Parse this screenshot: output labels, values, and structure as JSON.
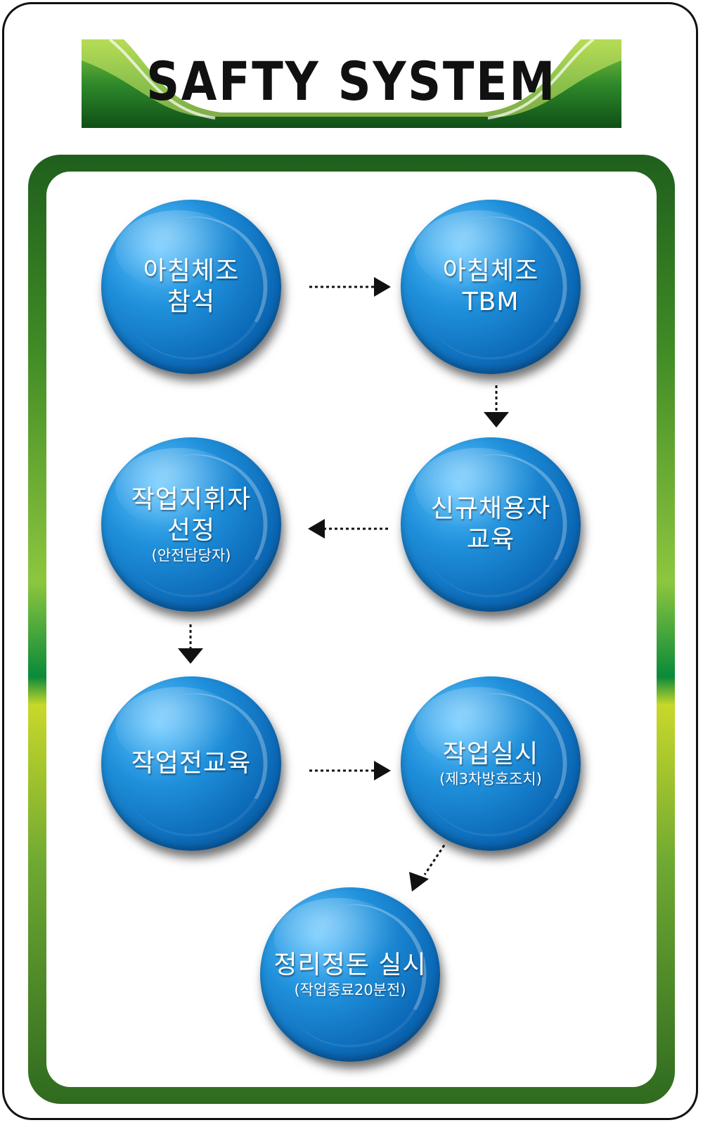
{
  "banner": {
    "title": "SAFTY SYSTEM"
  },
  "nodes": [
    {
      "id": "n1",
      "lines": [
        "아침체조",
        "참석"
      ],
      "sub": ""
    },
    {
      "id": "n2",
      "lines": [
        "아침체조",
        "TBM"
      ],
      "sub": ""
    },
    {
      "id": "n3",
      "lines": [
        "신규채용자",
        "교육"
      ],
      "sub": ""
    },
    {
      "id": "n4",
      "lines": [
        "작업지휘자",
        "선정"
      ],
      "sub": "(안전담당자)"
    },
    {
      "id": "n5",
      "lines": [
        "작업전교육"
      ],
      "sub": ""
    },
    {
      "id": "n6",
      "lines": [
        "작업실시"
      ],
      "sub": "(제3차방호조치)"
    },
    {
      "id": "n7",
      "lines": [
        "정리정돈 실시"
      ],
      "sub": "(작업종료20분전)"
    }
  ],
  "colors": {
    "node_blue": "#0b68b6",
    "frame_green": "#3f8a25",
    "banner_green": "#1f6a1d"
  }
}
